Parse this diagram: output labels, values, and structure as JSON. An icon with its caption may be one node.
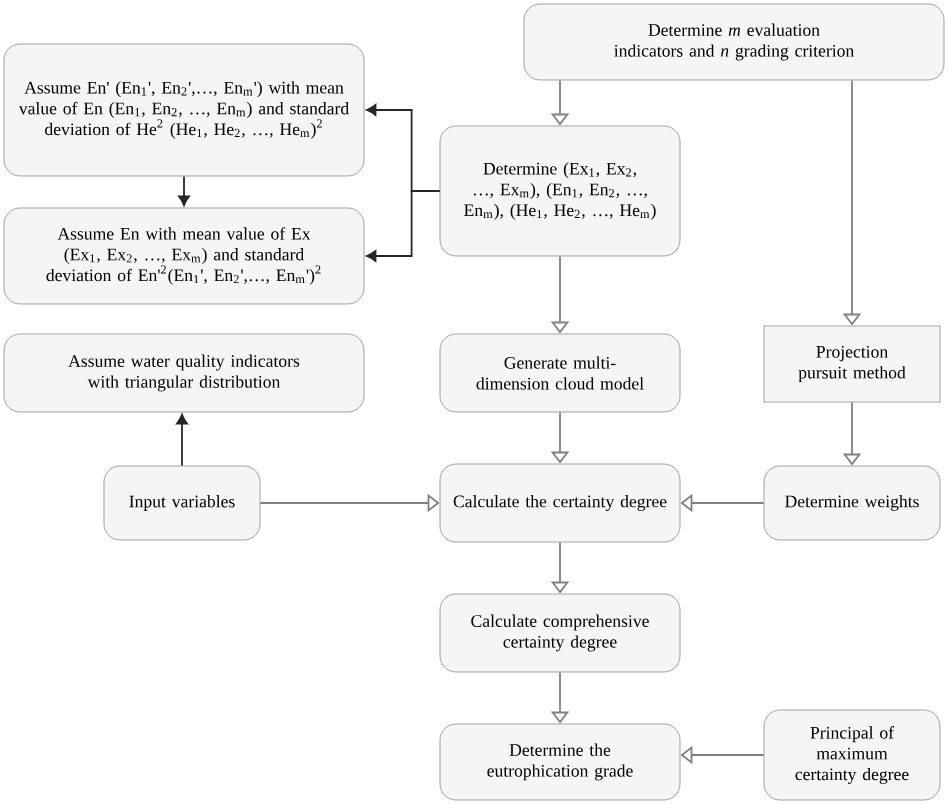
{
  "diagram": {
    "nodes": [
      {
        "text": [
          "Determine *m* evaluation indicators and *n* grading criterion"
        ]
      },
      {
        "text": [
          "Assume En' (En$_{1}$', En$_{2}$',…, En$_{m}$') with mean value of En (En$_{1}$, En$_{2}$, …, En$_{m}$) and standard deviation of He$^{2}$ (He$_{1}$, He$_{2}$, …, He$_{m}$)$^{2}$"
        ]
      },
      {
        "text": [
          "Assume En with mean value of Ex (Ex$_{1}$, Ex$_{2}$, …, Ex$_{m}$) and standard deviation of En'$^{2}$(En$_{1}$', En$_{2}$',…, En$_{m}$')$^{2}$"
        ]
      },
      {
        "text": [
          "Determine (Ex$_{1}$, Ex$_{2}$, …, Ex$_{m}$), (En$_{1}$, En$_{2}$, …, En$_{m}$), (He$_{1}$, He$_{2}$, …, He$_{m}$)"
        ]
      },
      {
        "text": [
          "Projection pursuit method"
        ]
      },
      {
        "text": [
          "Assume water quality indicators with triangular distribution"
        ]
      },
      {
        "text": [
          "Generate multi-dimension cloud model"
        ]
      },
      {
        "text": [
          "Input variables"
        ]
      },
      {
        "text": [
          "Calculate the certainty degree"
        ]
      },
      {
        "text": [
          "Determine weights"
        ]
      },
      {
        "text": [
          "Calculate comprehensive certainty degree"
        ]
      },
      {
        "text": [
          "Determine the eutrophication grade"
        ]
      },
      {
        "text": [
          "Principal of maximum certainty degree"
        ]
      }
    ],
    "edges": [
      {
        "from": 0,
        "to": 3,
        "arrow": "to"
      },
      {
        "from": 0,
        "to": 4,
        "arrow": "to"
      },
      {
        "from": 3,
        "to": 1,
        "arrow": "to",
        "color": "#262626"
      },
      {
        "from": 3,
        "to": 2,
        "arrow": "to",
        "color": "#262626"
      },
      {
        "from": 1,
        "to": 2,
        "arrow": "to",
        "color": "#262626"
      },
      {
        "from": 3,
        "to": 6,
        "arrow": "to"
      },
      {
        "from": 6,
        "to": 8,
        "arrow": "to"
      },
      {
        "from": 7,
        "to": 5,
        "arrow": "to",
        "color": "#262626"
      },
      {
        "from": 7,
        "to": 8,
        "arrow": "to"
      },
      {
        "from": 4,
        "to": 9,
        "arrow": "to"
      },
      {
        "from": 9,
        "to": 8,
        "arrow": "to"
      },
      {
        "from": 8,
        "to": 10,
        "arrow": "to"
      },
      {
        "from": 10,
        "to": 11,
        "arrow": "to"
      },
      {
        "from": 12,
        "to": 11,
        "arrow": "to"
      }
    ]
  }
}
